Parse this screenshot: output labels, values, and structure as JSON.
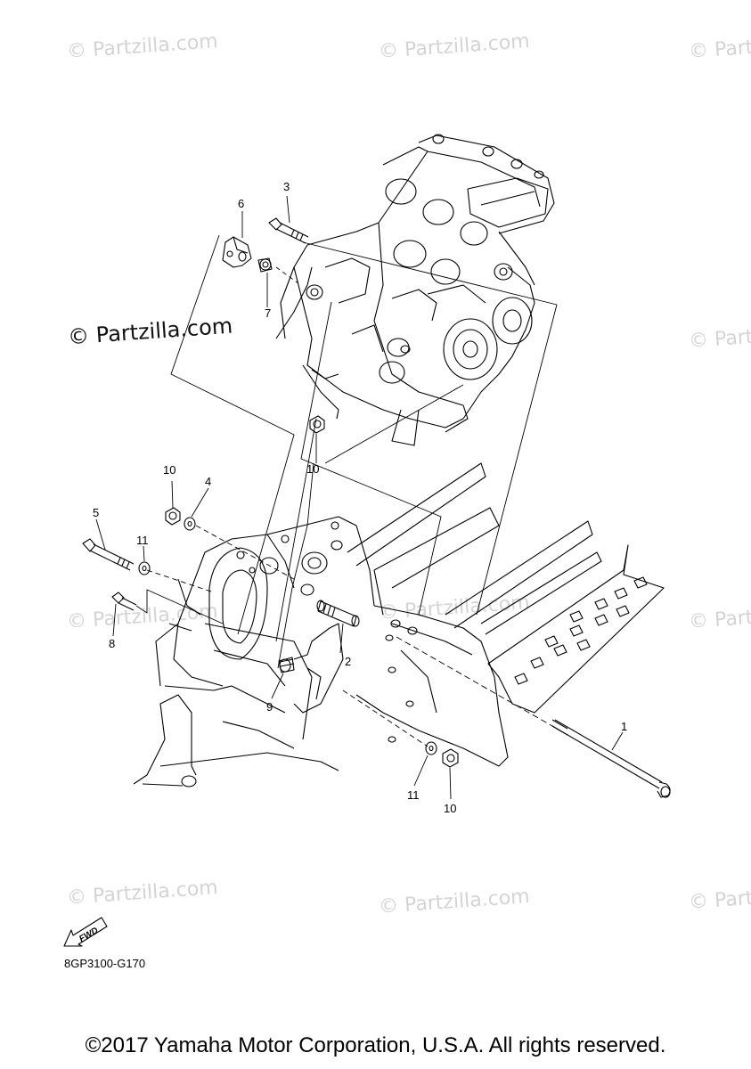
{
  "watermark": "© Partzilla.com",
  "diagram_code": "8GP3100-G170",
  "fwd_label": "FWD",
  "copyright": "©2017 Yamaha Motor Corporation, U.S.A. All rights reserved.",
  "callouts": {
    "c1": "1",
    "c2": "2",
    "c3": "3",
    "c4": "4",
    "c5": "5",
    "c6": "6",
    "c7": "7",
    "c8": "8",
    "c9": "9",
    "c10a": "10",
    "c10b": "10",
    "c10c": "10",
    "c11a": "11",
    "c11b": "11"
  }
}
